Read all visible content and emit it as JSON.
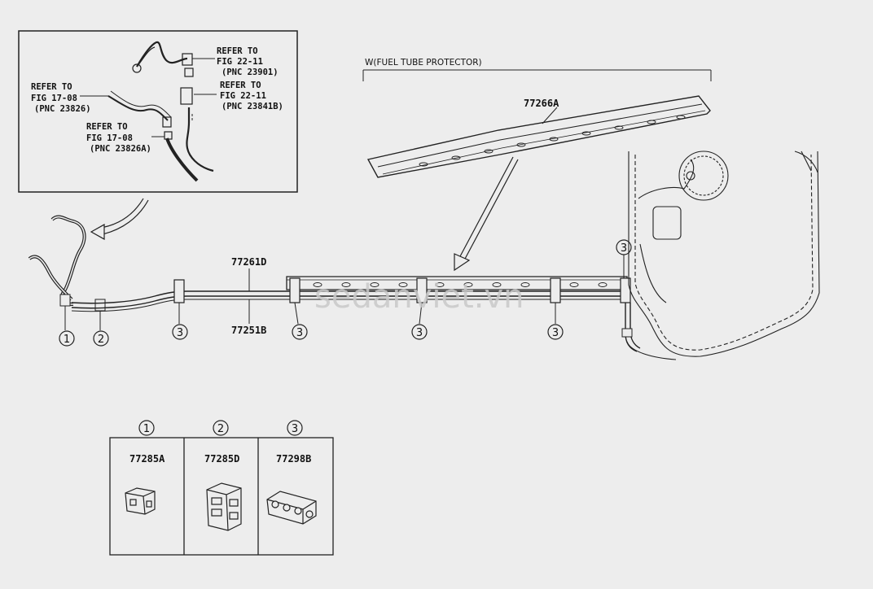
{
  "protector_note": "W(FUEL TUBE PROTECTOR)",
  "watermark": "sedanviet.vn",
  "inset_refs": [
    {
      "line1": "REFER TO",
      "line2": "FIG 22-11",
      "line3": "(PNC 23901)"
    },
    {
      "line1": "REFER TO",
      "line2": "FIG 22-11",
      "line3": "(PNC 23841B)"
    },
    {
      "line1": "REFER TO",
      "line2": "FIG 17-08",
      "line3": "(PNC 23826)"
    },
    {
      "line1": "REFER TO",
      "line2": "FIG 17-08",
      "line3": "(PNC 23826A)"
    }
  ],
  "part_numbers": {
    "protector": "77266A",
    "tube_upper": "77261D",
    "tube_lower": "77251B"
  },
  "callouts": {
    "c1": "1",
    "c2": "2",
    "c3": "3"
  },
  "clamp_table": [
    {
      "number": "1",
      "part": "77285A"
    },
    {
      "number": "2",
      "part": "77285D"
    },
    {
      "number": "3",
      "part": "77298B"
    }
  ]
}
